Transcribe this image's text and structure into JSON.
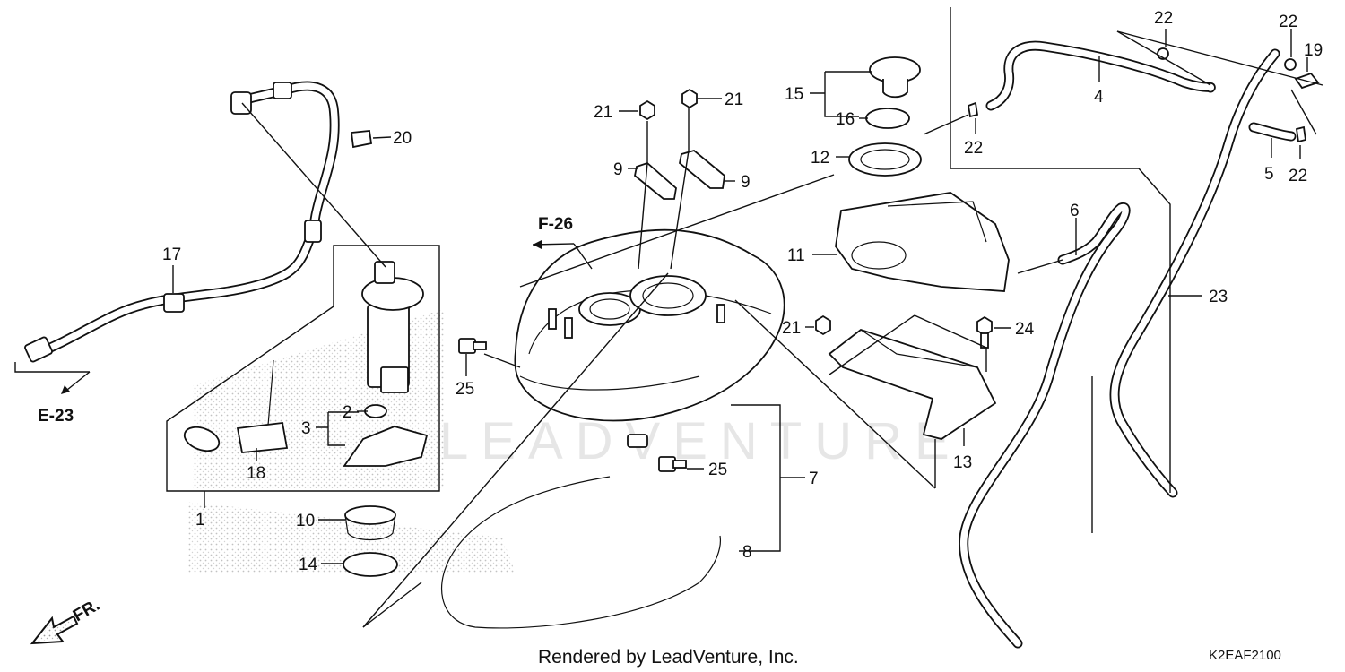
{
  "watermark": "LEADVENTURE",
  "footer": {
    "rendered_by": "Rendered by LeadVenture, Inc.",
    "diagram_code": "K2EAF2100"
  },
  "references": {
    "f26": "F-26",
    "e23": "E-23",
    "front": "FR."
  },
  "callouts": {
    "c1": "1",
    "c2": "2",
    "c3": "3",
    "c4": "4",
    "c5": "5",
    "c6": "6",
    "c7": "7",
    "c8": "8",
    "c9a": "9",
    "c9b": "9",
    "c10": "10",
    "c11": "11",
    "c12": "12",
    "c13": "13",
    "c14": "14",
    "c15": "15",
    "c16": "16",
    "c17": "17",
    "c18": "18",
    "c19": "19",
    "c20": "20",
    "c21a": "21",
    "c21b": "21",
    "c21c": "21",
    "c22a": "22",
    "c22b": "22",
    "c22c": "22",
    "c22d": "22",
    "c23": "23",
    "c24": "24",
    "c25a": "25",
    "c25b": "25"
  },
  "icons": {
    "front_arrow": "front-direction-arrow-icon"
  }
}
